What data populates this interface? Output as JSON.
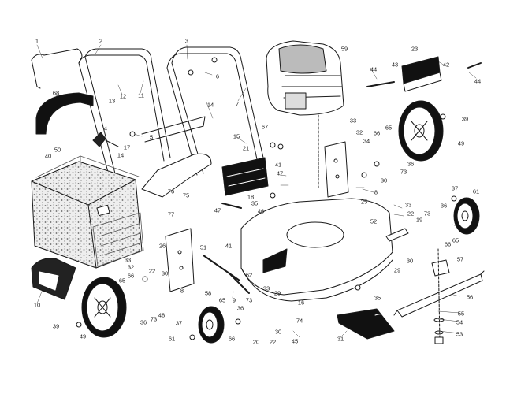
{
  "parts": [
    {
      "id": "p1",
      "num": "1"
    },
    {
      "id": "p2",
      "num": "2"
    },
    {
      "id": "p3",
      "num": "3"
    },
    {
      "id": "p4",
      "num": "4"
    },
    {
      "id": "p5",
      "num": "5"
    },
    {
      "id": "p6",
      "num": "6"
    },
    {
      "id": "p7",
      "num": "7"
    },
    {
      "id": "p8a",
      "num": "8"
    },
    {
      "id": "p8b",
      "num": "8"
    },
    {
      "id": "p9",
      "num": "9"
    },
    {
      "id": "p10",
      "num": "10"
    },
    {
      "id": "p11",
      "num": "11"
    },
    {
      "id": "p12",
      "num": "12"
    },
    {
      "id": "p13",
      "num": "13"
    },
    {
      "id": "p14a",
      "num": "14"
    },
    {
      "id": "p14b",
      "num": "14"
    },
    {
      "id": "p15",
      "num": "15"
    },
    {
      "id": "p16",
      "num": "16"
    },
    {
      "id": "p17",
      "num": "17"
    },
    {
      "id": "p18",
      "num": "18"
    },
    {
      "id": "p19",
      "num": "19"
    },
    {
      "id": "p20",
      "num": "20"
    },
    {
      "id": "p21",
      "num": "21"
    },
    {
      "id": "p22a",
      "num": "22"
    },
    {
      "id": "p22b",
      "num": "22"
    },
    {
      "id": "p22c",
      "num": "22"
    },
    {
      "id": "p23",
      "num": "23"
    },
    {
      "id": "p25",
      "num": "25"
    },
    {
      "id": "p26",
      "num": "26"
    },
    {
      "id": "p29a",
      "num": "29"
    },
    {
      "id": "p29b",
      "num": "29"
    },
    {
      "id": "p30a",
      "num": "30"
    },
    {
      "id": "p30b",
      "num": "30"
    },
    {
      "id": "p30c",
      "num": "30"
    },
    {
      "id": "p30d",
      "num": "30"
    },
    {
      "id": "p31",
      "num": "31"
    },
    {
      "id": "p32a",
      "num": "32"
    },
    {
      "id": "p32b",
      "num": "32"
    },
    {
      "id": "p33a",
      "num": "33"
    },
    {
      "id": "p33b",
      "num": "33"
    },
    {
      "id": "p33c",
      "num": "33"
    },
    {
      "id": "p33d",
      "num": "33"
    },
    {
      "id": "p34",
      "num": "34"
    },
    {
      "id": "p35a",
      "num": "35"
    },
    {
      "id": "p35b",
      "num": "35"
    },
    {
      "id": "p36a",
      "num": "36"
    },
    {
      "id": "p36b",
      "num": "36"
    },
    {
      "id": "p36c",
      "num": "36"
    },
    {
      "id": "p36d",
      "num": "36"
    },
    {
      "id": "p37a",
      "num": "37"
    },
    {
      "id": "p37b",
      "num": "37"
    },
    {
      "id": "p39a",
      "num": "39"
    },
    {
      "id": "p39b",
      "num": "39"
    },
    {
      "id": "p40",
      "num": "40"
    },
    {
      "id": "p41a",
      "num": "41"
    },
    {
      "id": "p41b",
      "num": "41"
    },
    {
      "id": "p42",
      "num": "42"
    },
    {
      "id": "p43",
      "num": "43"
    },
    {
      "id": "p44a",
      "num": "44"
    },
    {
      "id": "p44b",
      "num": "44"
    },
    {
      "id": "p45",
      "num": "45"
    },
    {
      "id": "p46",
      "num": "46"
    },
    {
      "id": "p47a",
      "num": "47"
    },
    {
      "id": "p47b",
      "num": "47"
    },
    {
      "id": "p48",
      "num": "48"
    },
    {
      "id": "p49a",
      "num": "49"
    },
    {
      "id": "p49b",
      "num": "49"
    },
    {
      "id": "p50",
      "num": "50"
    },
    {
      "id": "p51",
      "num": "51"
    },
    {
      "id": "p52",
      "num": "52"
    },
    {
      "id": "p53",
      "num": "53"
    },
    {
      "id": "p54",
      "num": "54"
    },
    {
      "id": "p55",
      "num": "55"
    },
    {
      "id": "p56",
      "num": "56"
    },
    {
      "id": "p57",
      "num": "57"
    },
    {
      "id": "p58",
      "num": "58"
    },
    {
      "id": "p59",
      "num": "59"
    },
    {
      "id": "p61a",
      "num": "61"
    },
    {
      "id": "p61b",
      "num": "61"
    },
    {
      "id": "p62",
      "num": "62"
    },
    {
      "id": "p65a",
      "num": "65"
    },
    {
      "id": "p65b",
      "num": "65"
    },
    {
      "id": "p65c",
      "num": "65"
    },
    {
      "id": "p65d",
      "num": "65"
    },
    {
      "id": "p66a",
      "num": "66"
    },
    {
      "id": "p66b",
      "num": "66"
    },
    {
      "id": "p66c",
      "num": "66"
    },
    {
      "id": "p66d",
      "num": "66"
    },
    {
      "id": "p67",
      "num": "67"
    },
    {
      "id": "p68",
      "num": "68"
    },
    {
      "id": "p73a",
      "num": "73"
    },
    {
      "id": "p73b",
      "num": "73"
    },
    {
      "id": "p73c",
      "num": "73"
    },
    {
      "id": "p73d",
      "num": "73"
    },
    {
      "id": "p74",
      "num": "74"
    },
    {
      "id": "p75",
      "num": "75"
    },
    {
      "id": "p76",
      "num": "76"
    },
    {
      "id": "p77",
      "num": "77"
    }
  ]
}
